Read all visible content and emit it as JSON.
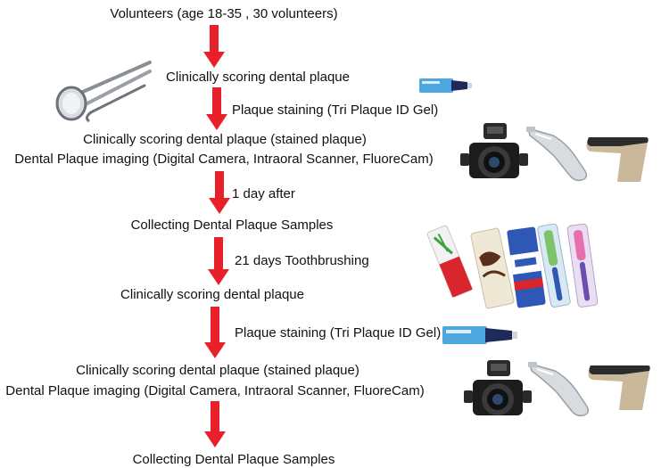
{
  "steps": {
    "s1": "Volunteers (age 18-35 , 30 volunteers)",
    "s2": "Clinically scoring dental plaque",
    "s3a": "Clinically scoring dental plaque (stained plaque)",
    "s3b": "Dental Plaque imaging (Digital Camera, Intraoral Scanner, FluoreCam)",
    "s4": "Collecting Dental Plaque Samples",
    "s5": "Clinically scoring dental plaque",
    "s6a": "Clinically scoring dental plaque (stained plaque)",
    "s6b": "Dental Plaque imaging (Digital Camera, Intraoral Scanner, FluoreCam)",
    "s7": "Collecting Dental Plaque Samples"
  },
  "arrow_labels": {
    "a2": "Plaque staining (Tri Plaque ID Gel)",
    "a3": "1 day after",
    "a4": "21 days Toothbrushing",
    "a5": "Plaque staining (Tri Plaque ID Gel)"
  },
  "colors": {
    "arrow": "#e8202a",
    "text": "#111111"
  },
  "icons": [
    "dental-mirror-probe-icon",
    "gel-tube-icon",
    "macro-camera-icon",
    "intraoral-scanner-icon",
    "fluorecam-icon",
    "toothpaste-icon",
    "toothbrush-icon"
  ]
}
